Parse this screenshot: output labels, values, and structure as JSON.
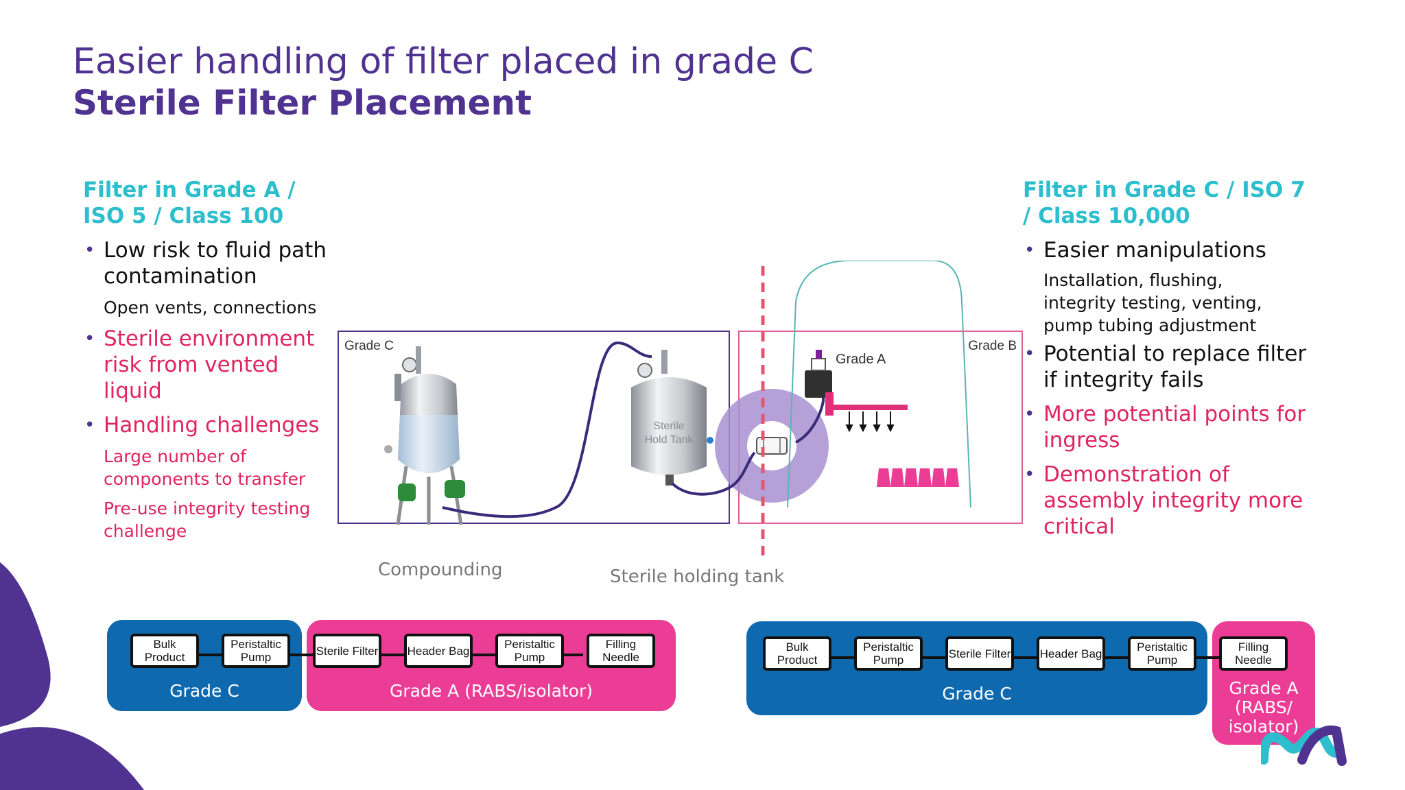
{
  "header": {
    "title": "Easier handling of filter placed in grade C",
    "subtitle": "Sterile Filter Placement"
  },
  "left_column": {
    "heading": "Filter in Grade A / ISO 5 / Class 100",
    "bullet1": "Low risk to fluid path contamination",
    "sub1": "Open vents, connections",
    "bullet2": "Sterile environment risk from vented liquid",
    "bullet3": "Handling challenges",
    "sub3a": "Large number of components to transfer",
    "sub3b": "Pre-use integrity testing challenge"
  },
  "right_column": {
    "heading": "Filter in Grade C / ISO 7 / Class 10,000",
    "bullet1": "Easier manipulations",
    "sub1": "Installation, flushing, integrity testing, venting, pump tubing adjustment",
    "bullet2": "Potential to replace filter if integrity fails",
    "bullet3": "More potential points for ingress",
    "bullet4": "Demonstration of assembly integrity more critical"
  },
  "diagram": {
    "zone_left_label": "Grade C",
    "zone_right_label": "Grade B",
    "grade_a_label": "Grade A",
    "tank_label_line1": "Sterile",
    "tank_label_line2": "Hold Tank",
    "caption_compounding": "Compounding",
    "caption_holding": "Sterile holding tank"
  },
  "flow_left": {
    "steps": [
      "Bulk Product",
      "Peristaltic Pump",
      "Sterile Filter",
      "Header Bag",
      "Peristaltic Pump",
      "Filling Needle"
    ],
    "grade_c_label": "Grade C",
    "grade_a_label": "Grade A (RABS/isolator)"
  },
  "flow_right": {
    "steps": [
      "Bulk Product",
      "Peristaltic Pump",
      "Sterile Filter",
      "Header Bag",
      "Peristaltic Pump",
      "Filling Needle"
    ],
    "grade_c_label": "Grade C",
    "grade_a_label": "Grade A (RABS/ isolator)"
  },
  "colors": {
    "brand_purple": "#503291",
    "heading_cyan": "#2dbecd",
    "alert_pink": "#e0245e",
    "grade_c_blue": "#0f69af",
    "grade_a_pink": "#eb3c96"
  }
}
